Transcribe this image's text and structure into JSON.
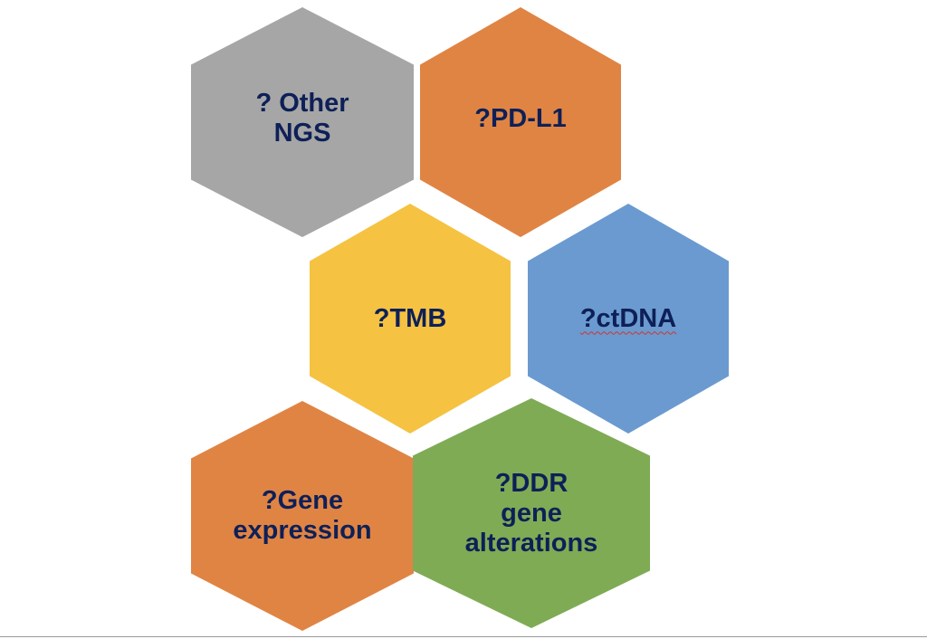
{
  "hexagons": [
    {
      "id": "other-ngs",
      "label": "? Other\nNGS",
      "color": "#a6a6a6"
    },
    {
      "id": "pd-l1",
      "label": "?PD-L1",
      "color": "#e08444"
    },
    {
      "id": "tmb",
      "label": "?TMB",
      "color": "#f5c242"
    },
    {
      "id": "ctdna",
      "label": "?ctDNA",
      "color": "#6a9ad0",
      "spellcheck_underline": true
    },
    {
      "id": "gene-expression",
      "label": "?Gene\nexpression",
      "color": "#e08444"
    },
    {
      "id": "ddr",
      "label": "?DDR\ngene\nalterations",
      "color": "#7fab55"
    }
  ],
  "text_color": "#0e2057"
}
